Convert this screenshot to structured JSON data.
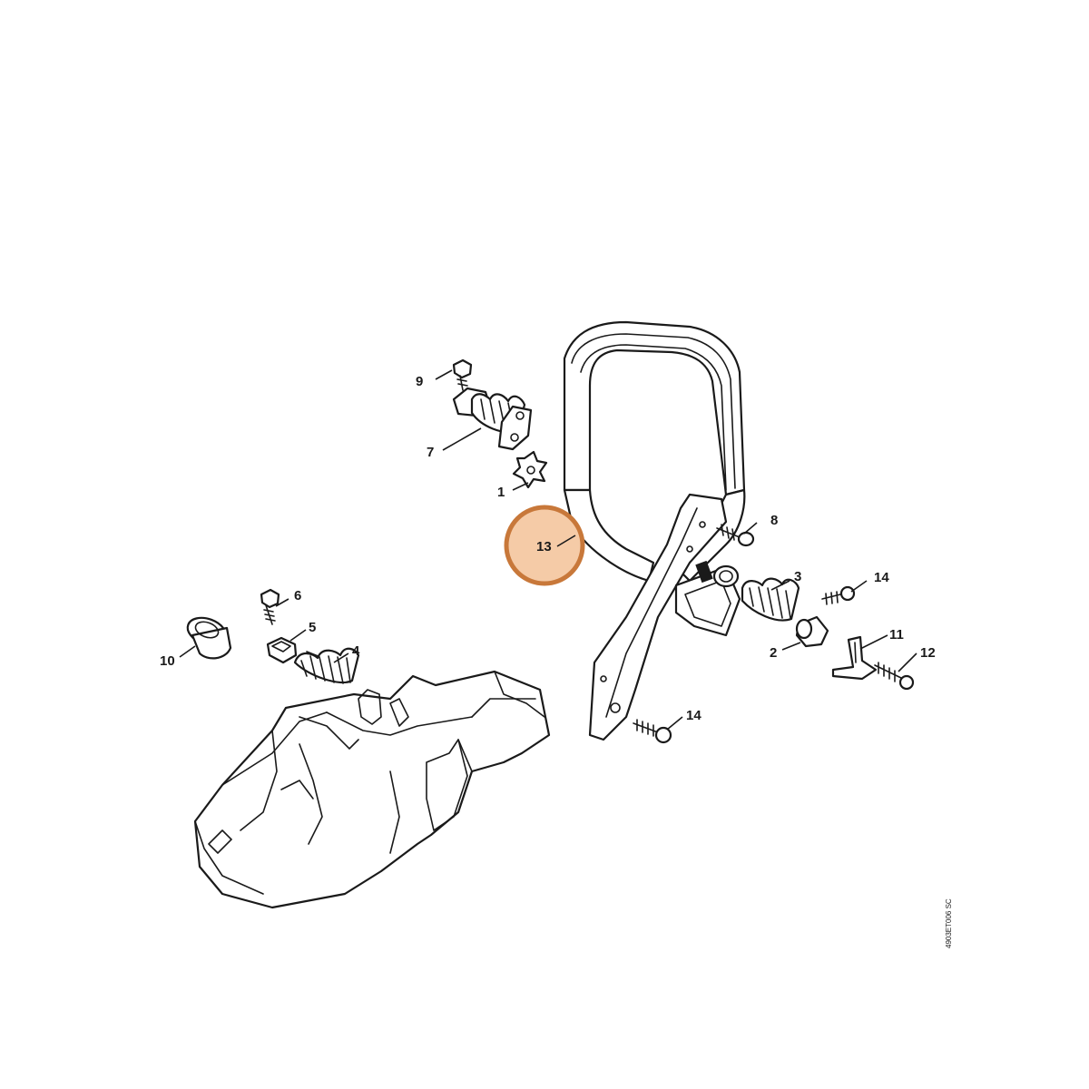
{
  "callouts": {
    "c1": "1",
    "c2": "2",
    "c3": "3",
    "c4": "4",
    "c5": "5",
    "c6": "6",
    "c7": "7",
    "c8": "8",
    "c9": "9",
    "c10": "10",
    "c11": "11",
    "c12": "12",
    "c13": "13",
    "c14a": "14",
    "c14b": "14"
  },
  "highlight": {
    "part": "13",
    "fill": "#f5cba7",
    "stroke": "#c8783a"
  },
  "drawing_code": "4903ET006 SC"
}
